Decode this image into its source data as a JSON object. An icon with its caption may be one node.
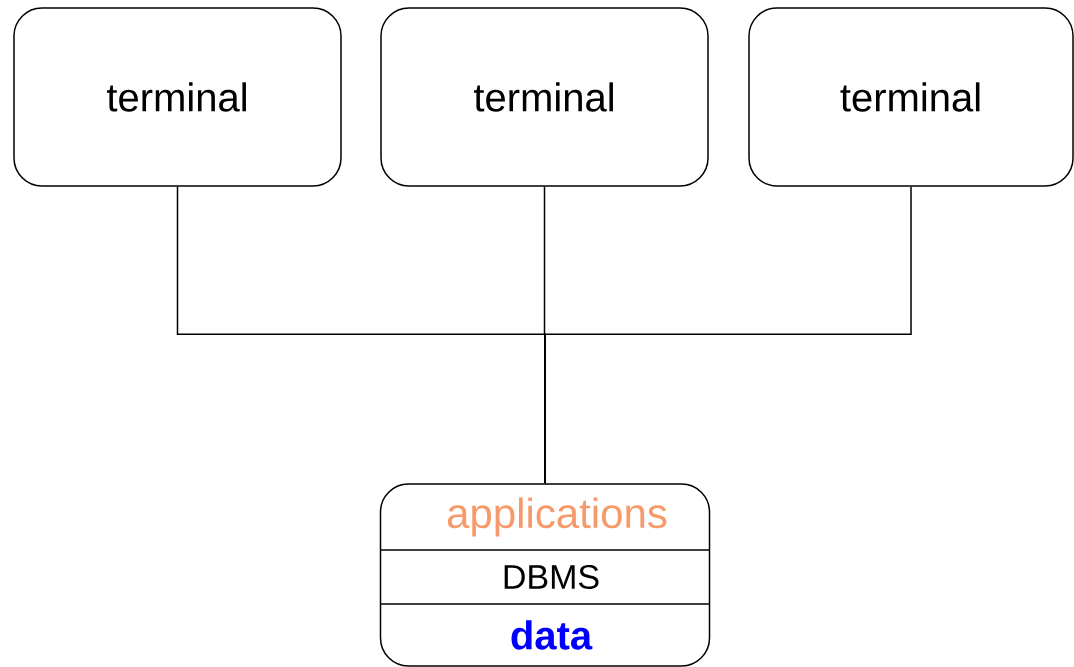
{
  "diagram": {
    "nodes": [
      {
        "text": [
          "terminal"
        ]
      },
      {
        "text": [
          "terminal"
        ]
      },
      {
        "text": [
          "terminal"
        ]
      },
      {
        "text": [
          "applications",
          "DBMS",
          "data"
        ]
      }
    ],
    "edges": [
      {
        "from": 0,
        "to": 3,
        "arrow": "none"
      },
      {
        "from": 1,
        "to": 3,
        "arrow": "none"
      },
      {
        "from": 2,
        "to": 3,
        "arrow": "none"
      }
    ]
  }
}
